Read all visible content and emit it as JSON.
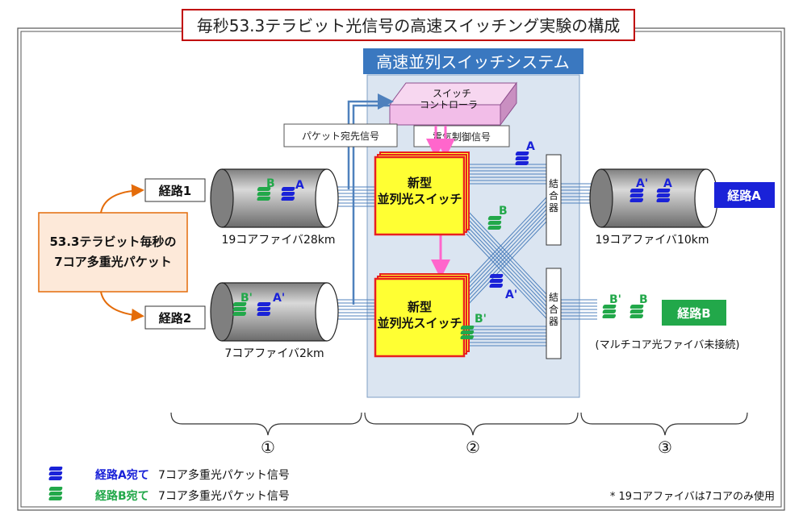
{
  "title": "毎秒53.3テラビット光信号の高速スイッチング実験の構成",
  "system_label": "高速並列スイッチシステム",
  "controller_label": [
    "スイッチ",
    "コントローラ"
  ],
  "packet_dest_signal": "パケット宛先信号",
  "electric_control_signal": "電気制御信号",
  "source_box": [
    "53.3テラビット毎秒の",
    "7コア多重光パケット"
  ],
  "route1": "経路1",
  "route2": "経路2",
  "fiber1_label": "19コアファイバ28km",
  "fiber2_label": "7コアファイバ2km",
  "fiber3_label": "19コアファイバ10km",
  "switch1_label": [
    "新型",
    "並列光スイッチ"
  ],
  "switch2_label": [
    "新型",
    "並列光スイッチ"
  ],
  "combiner_label": "結合器",
  "routeA": "経路A",
  "routeB": "経路B",
  "unconnected_note": "(マルチコア光ファイバ未接続)",
  "tag_A": "A",
  "tag_Ap": "A'",
  "tag_B": "B",
  "tag_Bp": "B'",
  "section_1": "①",
  "section_2": "②",
  "section_3": "③",
  "legend_a_route": "経路A宛て",
  "legend_a_rest": "7コア多重光パケット信号",
  "legend_b_route": "経路B宛て",
  "legend_b_rest": "7コア多重光パケット信号",
  "footnote": "* 19コアファイバは7コアのみ使用",
  "colors": {
    "blue": "#1a22d8",
    "green": "#22a84a",
    "switch_fill": "#ffff33",
    "switch_border": "#e82020",
    "system_bg": "#dbe5f1",
    "system_header": "#3a78c0",
    "source_bg": "#fde9d9",
    "source_border": "#e46c0a",
    "controller_fill": "#f2bde8",
    "fiber_line": "#4f81bd"
  }
}
